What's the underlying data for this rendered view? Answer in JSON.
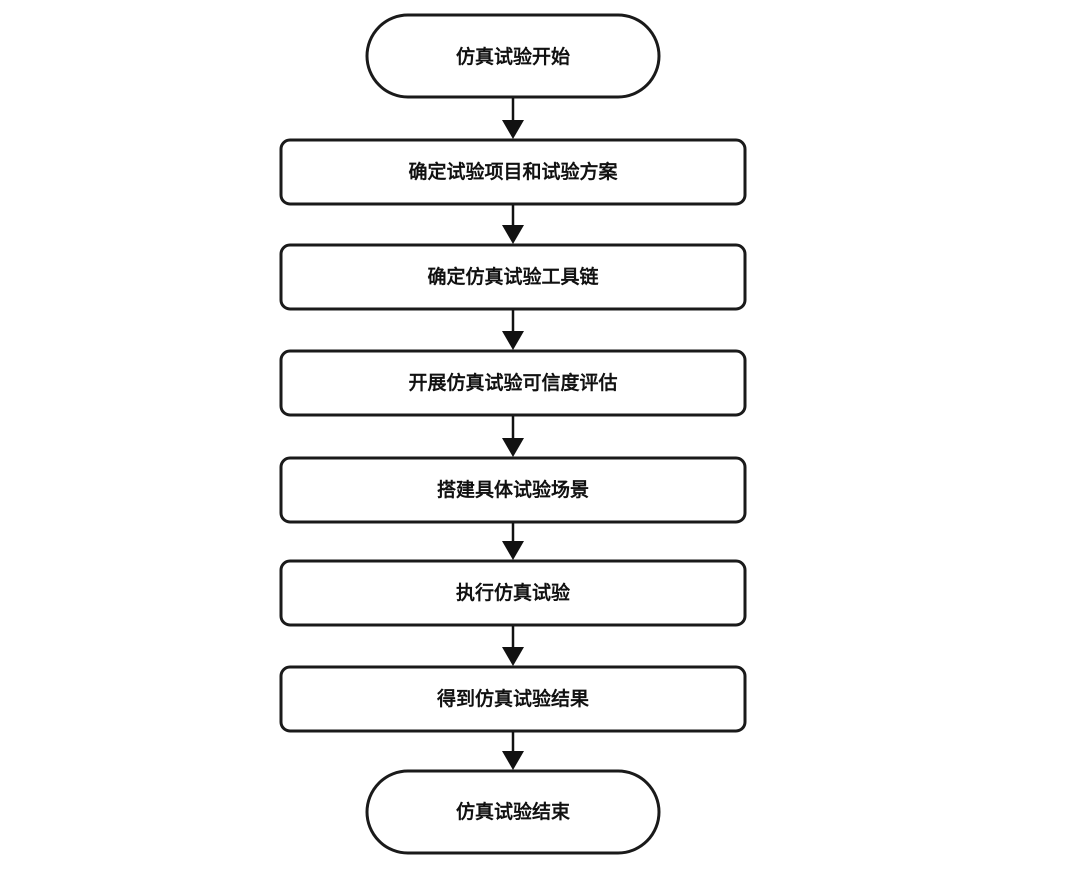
{
  "flowchart": {
    "nodes": [
      {
        "id": "start",
        "shape": "terminal",
        "label": "仿真试验开始"
      },
      {
        "id": "step1",
        "shape": "process",
        "label": "确定试验项目和试验方案"
      },
      {
        "id": "step2",
        "shape": "process",
        "label": "确定仿真试验工具链"
      },
      {
        "id": "step3",
        "shape": "process",
        "label": "开展仿真试验可信度评估"
      },
      {
        "id": "step4",
        "shape": "process",
        "label": "搭建具体试验场景"
      },
      {
        "id": "step5",
        "shape": "process",
        "label": "执行仿真试验"
      },
      {
        "id": "step6",
        "shape": "process",
        "label": "得到仿真试验结果"
      },
      {
        "id": "end",
        "shape": "terminal",
        "label": "仿真试验结束"
      }
    ],
    "edges": [
      {
        "from": "start",
        "to": "step1"
      },
      {
        "from": "step1",
        "to": "step2"
      },
      {
        "from": "step2",
        "to": "step3"
      },
      {
        "from": "step3",
        "to": "step4"
      },
      {
        "from": "step4",
        "to": "step5"
      },
      {
        "from": "step5",
        "to": "step6"
      },
      {
        "from": "step6",
        "to": "end"
      }
    ]
  }
}
